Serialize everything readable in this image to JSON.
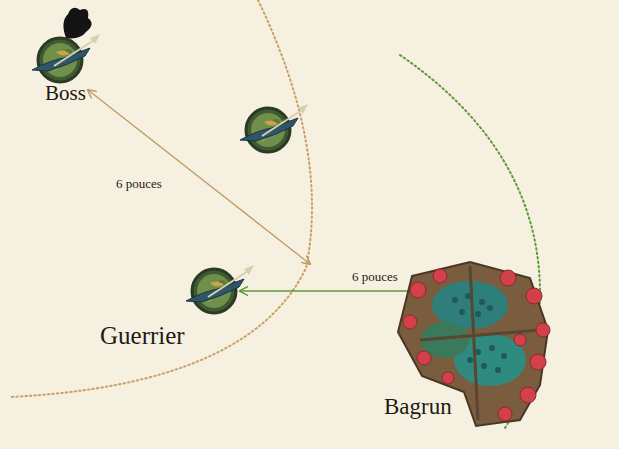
{
  "diagram": {
    "labels": [
      "Boss",
      "6 pouces",
      "Guerrier",
      "6 pouces",
      "Bagrun"
    ]
  }
}
